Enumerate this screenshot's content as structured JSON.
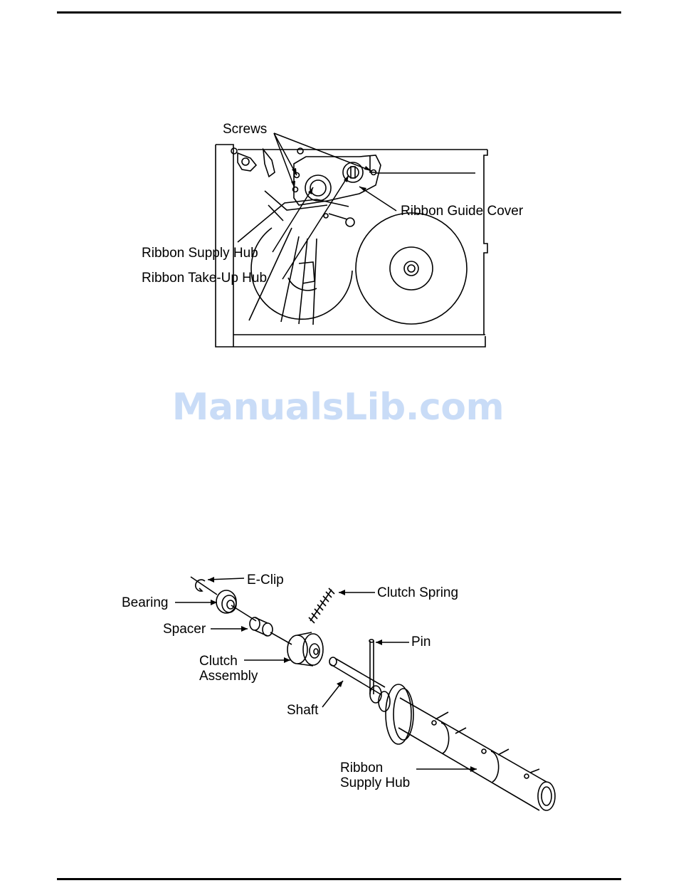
{
  "figure1": {
    "labels": {
      "screws": "Screws",
      "ribbon_guide_cover": "Ribbon Guide Cover",
      "ribbon_supply_hub": "Ribbon Supply Hub",
      "ribbon_takeup_hub": "Ribbon Take-Up Hub"
    }
  },
  "watermark": {
    "text": "ManualsLib.com",
    "color": "#c9dcf7"
  },
  "figure2": {
    "labels": {
      "eclip": "E-Clip",
      "bearing": "Bearing",
      "clutch_spring": "Clutch Spring",
      "spacer": "Spacer",
      "pin": "Pin",
      "clutch_line1": "Clutch",
      "clutch_line2": "Assembly",
      "shaft": "Shaft",
      "hub_line1": "Ribbon",
      "hub_line2": "Supply Hub"
    }
  }
}
